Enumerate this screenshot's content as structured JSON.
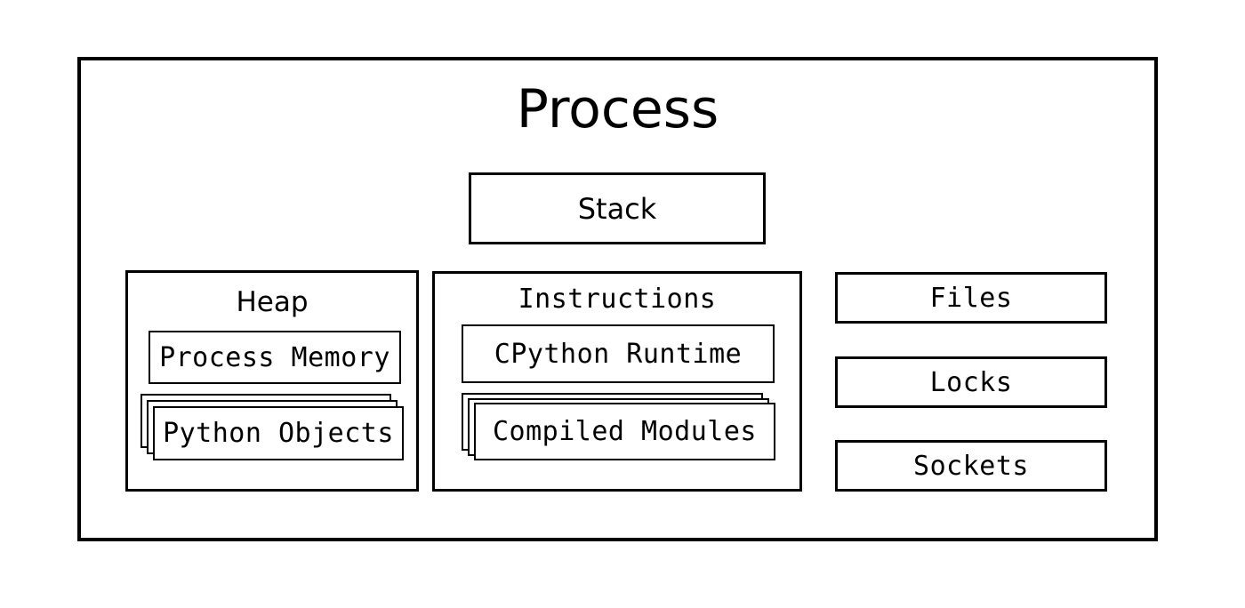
{
  "diagram": {
    "title": "Process",
    "stack": {
      "label": "Stack"
    },
    "heap": {
      "title": "Heap",
      "process_memory_label": "Process Memory",
      "python_objects_label": "Python Objects"
    },
    "instructions": {
      "title": "Instructions",
      "cpython_runtime_label": "CPython Runtime",
      "compiled_modules_label": "Compiled Modules"
    },
    "resources": [
      {
        "label": "Files"
      },
      {
        "label": "Locks"
      },
      {
        "label": "Sockets"
      }
    ],
    "colors": {
      "line": "#000000",
      "background": "#ffffff",
      "text": "#000000"
    }
  }
}
